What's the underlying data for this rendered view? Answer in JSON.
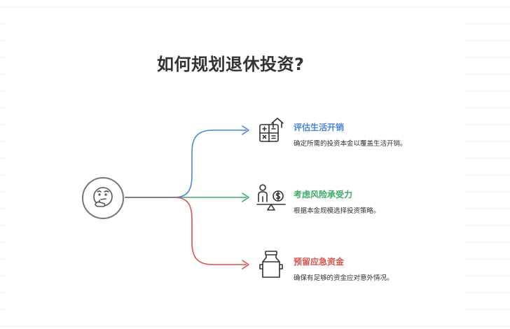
{
  "title": "如何规划退休投资?",
  "colors": {
    "branch1": "#4a86d8",
    "branch2": "#3aaa64",
    "branch3": "#d9534f",
    "stem": "#555555",
    "icon": "#333333"
  },
  "center_icon": "thinking-face-icon",
  "branches": [
    {
      "title": "评估生活开销",
      "description": "确定所需的投资本金以覆盖生活开销。",
      "icon": "calculator-house-icon"
    },
    {
      "title": "考虑风险承受力",
      "description": "根据本金规模选择投资策略。",
      "icon": "person-scale-dollar-icon"
    },
    {
      "title": "预留应急资金",
      "description": "确保有足够的资金应对意外情况。",
      "icon": "milk-can-icon"
    }
  ]
}
